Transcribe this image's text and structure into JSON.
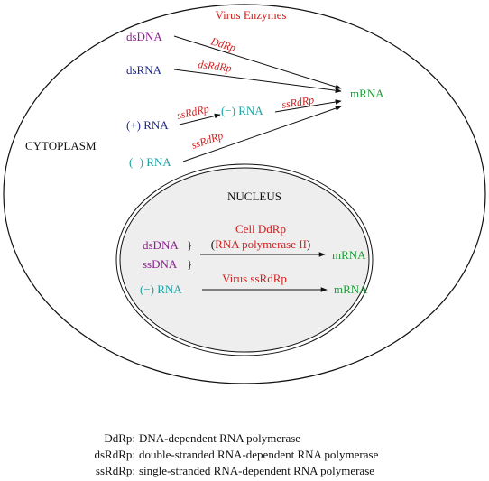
{
  "colors": {
    "purple": "#8b1f8f",
    "navy": "#1f2a8c",
    "red": "#d12020",
    "teal": "#1fa3a3",
    "green": "#1f9a3a",
    "black": "#111111",
    "nucleus_fill": "#eeeeee"
  },
  "cytoplasm": {
    "title": "Virus Enzymes",
    "label": "CYTOPLASM",
    "sources": {
      "dsdna": "dsDNA",
      "dsrna": "dsRNA",
      "plus_rna": "(+) RNA",
      "minus_rna": "(−) RNA",
      "mid_minus_rna": "(−) RNA"
    },
    "enzymes": {
      "ddrp": "DdRp",
      "dsrdrp": "dsRdRp",
      "ssrdrp_plus": "ssRdRp",
      "ssrdrp_mid": "ssRdRp",
      "ssrdrp_minus": "ssRdRp"
    },
    "target": "mRNA"
  },
  "nucleus": {
    "label": "NUCLEUS",
    "sources": {
      "dsdna": "dsDNA",
      "ssdna": "ssDNA",
      "brace": "}",
      "minus_rna": "(−) RNA"
    },
    "enzymes": {
      "cell_ddrp": "Cell DdRp",
      "rna_pol_open": "(",
      "rna_pol": "RNA polymerase II",
      "rna_pol_close": ")",
      "virus_ssrdrp": "Virus ssRdRp"
    },
    "targets": {
      "top": "mRNA",
      "bottom": "mRNA"
    }
  },
  "legend": [
    {
      "abbr": "DdRp:",
      "desc": "DNA-dependent RNA polymerase"
    },
    {
      "abbr": "dsRdRp:",
      "desc": "double-stranded RNA-dependent RNA polymerase"
    },
    {
      "abbr": "ssRdRp:",
      "desc": "single-stranded RNA-dependent RNA polymerase"
    }
  ]
}
